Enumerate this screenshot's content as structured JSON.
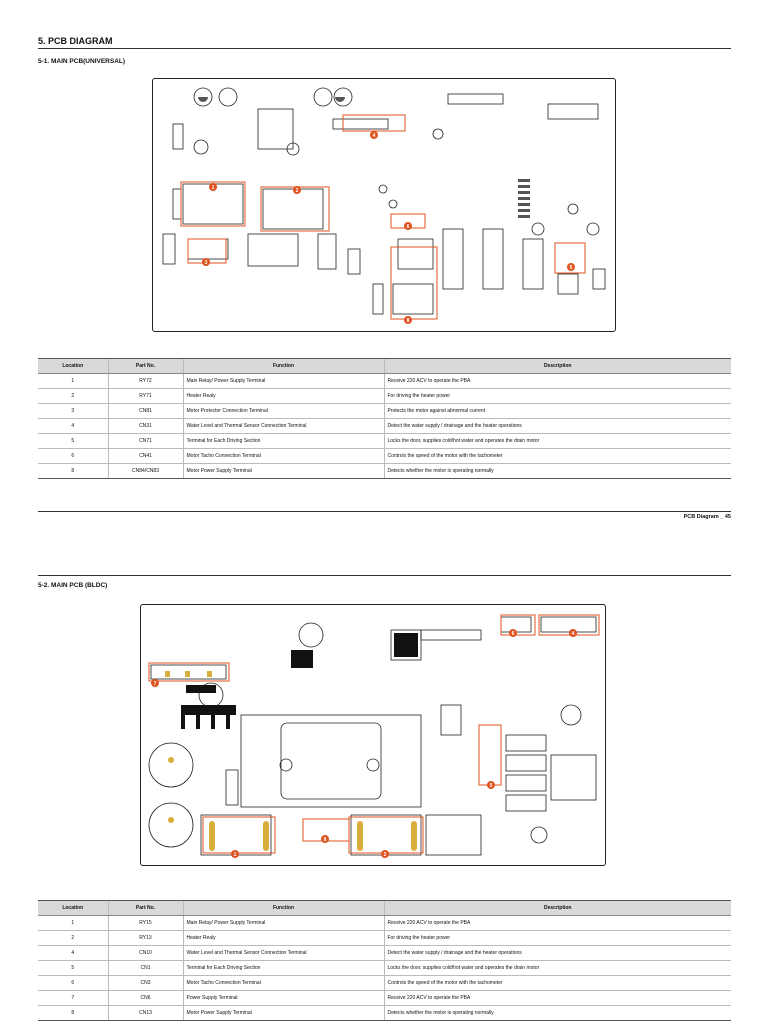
{
  "page": {
    "section_title": "5.  PCB DIAGRAM",
    "footer": "PCB Diagram _ 45"
  },
  "universal": {
    "subtitle": "5-1.  MAIN PCB(UNIVERSAL)",
    "markers": [
      "1",
      "2",
      "3",
      "4",
      "5",
      "6",
      "8"
    ],
    "headers": [
      "Location",
      "Part No.",
      "Function",
      "Description"
    ],
    "rows": [
      {
        "location": "1",
        "part": "RY72",
        "function": "Main Relay/ Power Supply Terminal",
        "description": "Receive 220 ACV to operate the PBA"
      },
      {
        "location": "2",
        "part": "RY71",
        "function": "Heater Realy",
        "description": "For driving the heater power"
      },
      {
        "location": "3",
        "part": "CN81",
        "function": "Motor Protector Connection Terminal",
        "description": "Protects the motor against abnormal current"
      },
      {
        "location": "4",
        "part": "CN31",
        "function": "Water Level and Thermal Sensor Connection Terminal",
        "description": "Detect the water supply / drainage and the heater operations"
      },
      {
        "location": "5",
        "part": "CN71",
        "function": "Terminal for Each Driving Section",
        "description": "Locks the door, supplies cold/hot water and operates the drain motor"
      },
      {
        "location": "6",
        "part": "CN41",
        "function": "Motor Tacho Connection Terminal",
        "description": "Controls the speed of the motor with the tachometer"
      },
      {
        "location": "8",
        "part": "CN84/CN83",
        "function": "Motor Power Supply Terminal",
        "description": "Detects whether the motor is operating normally"
      }
    ]
  },
  "bldc": {
    "subtitle": "5-2.  MAIN PCB (BLDC)",
    "markers": [
      "1",
      "2",
      "4",
      "5",
      "6",
      "7",
      "8"
    ],
    "headers": [
      "Location",
      "Part No.",
      "Function",
      "Description"
    ],
    "rows": [
      {
        "location": "1",
        "part": "RY15",
        "function": "Main Relay/ Power Supply Terminal",
        "description": "Receive 220 ACV to operate the PBA"
      },
      {
        "location": "2",
        "part": "RY13",
        "function": "Heater Realy",
        "description": "For driving the heater power"
      },
      {
        "location": "4",
        "part": "CN10",
        "function": "Water Level and Thermal Sensor Connection Terminal",
        "description": "Detect the water supply / drainage and the heater operations"
      },
      {
        "location": "5",
        "part": "CN1",
        "function": "Terminal for Each Driving Section",
        "description": "Locks the door, supplies cold/hot water and operates the drain motor"
      },
      {
        "location": "6",
        "part": "CN3",
        "function": "Motor Tacho Connection Terminal",
        "description": "Controls the speed of the motor with the tachometer"
      },
      {
        "location": "7",
        "part": "CN6",
        "function": "Power Supply Terminal",
        "description": "Receive 220 ACV to operate the PBA"
      },
      {
        "location": "8",
        "part": "CN13",
        "function": "Motor Power Supply Terminal",
        "description": "Detects whether the motor is operating normally"
      }
    ]
  },
  "colors": {
    "marker": "#e0521f",
    "header_bg": "#d9d9d9"
  }
}
